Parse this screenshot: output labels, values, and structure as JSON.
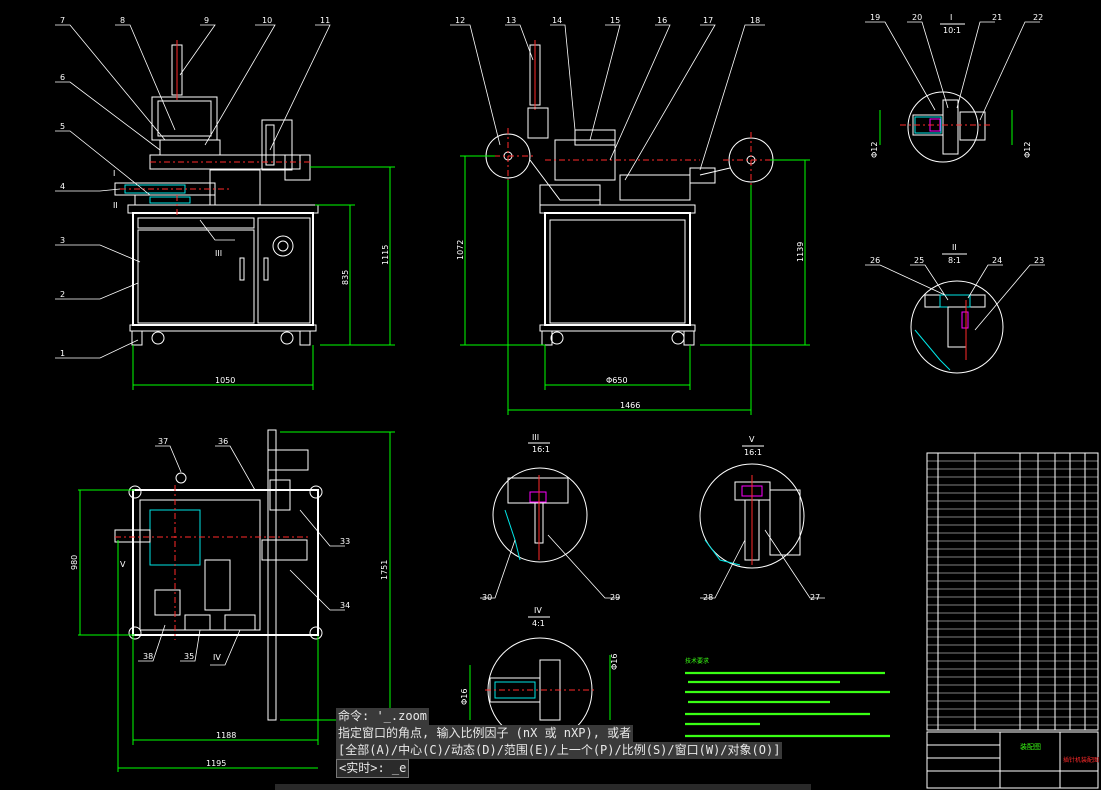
{
  "drawing": {
    "part_numbers": [
      "1",
      "2",
      "3",
      "4",
      "5",
      "6",
      "7",
      "8",
      "9",
      "10",
      "11",
      "12",
      "13",
      "14",
      "15",
      "16",
      "17",
      "18",
      "19",
      "20",
      "21",
      "22",
      "23",
      "24",
      "25",
      "26",
      "27",
      "28",
      "29",
      "30",
      "33",
      "34",
      "35",
      "36",
      "37",
      "38"
    ],
    "front_view": {
      "dims": {
        "width": "1050",
        "height_lower": "835",
        "height_total": "1115"
      },
      "section_marks": [
        "I",
        "II",
        "III"
      ]
    },
    "side_view": {
      "dims": {
        "width_inner": "Φ650",
        "width_overall": "1466",
        "height_left": "1072",
        "height_right": "1139"
      }
    },
    "top_view": {
      "dims": {
        "width_inner": "1188",
        "width_overall": "1195",
        "depth": "980",
        "height_right": "1751"
      },
      "section_marks": [
        "V",
        "IV"
      ]
    },
    "details": [
      {
        "id": "I",
        "scale": "10:1",
        "dims": [
          "Φ12",
          "Φ12"
        ]
      },
      {
        "id": "II",
        "scale": "8:1"
      },
      {
        "id": "III",
        "scale": "16:1"
      },
      {
        "id": "V",
        "scale": "16:1"
      },
      {
        "id": "IV",
        "scale": "4:1",
        "dims": [
          "Φ16",
          "Φ16"
        ]
      }
    ],
    "tech_notes_title": "技术要求",
    "title_block": {
      "title": "装配图",
      "name": "插针机装配图"
    },
    "colors": {
      "background": "#000000",
      "outline": "#ffffff",
      "center": "#ff2a2a",
      "hatch": "#00e5e5",
      "dimension": "#00ff00",
      "text": "#ffffff",
      "notes": "#39ff14"
    }
  },
  "command_line": {
    "line1": "命令: '_.zoom",
    "line2": "指定窗口的角点, 输入比例因子 (nX 或 nXP), 或者",
    "line3": "[全部(A)/中心(C)/动态(D)/范围(E)/上一个(P)/比例(S)/窗口(W)/对象(O)]",
    "line4": "<实时>: _e"
  }
}
